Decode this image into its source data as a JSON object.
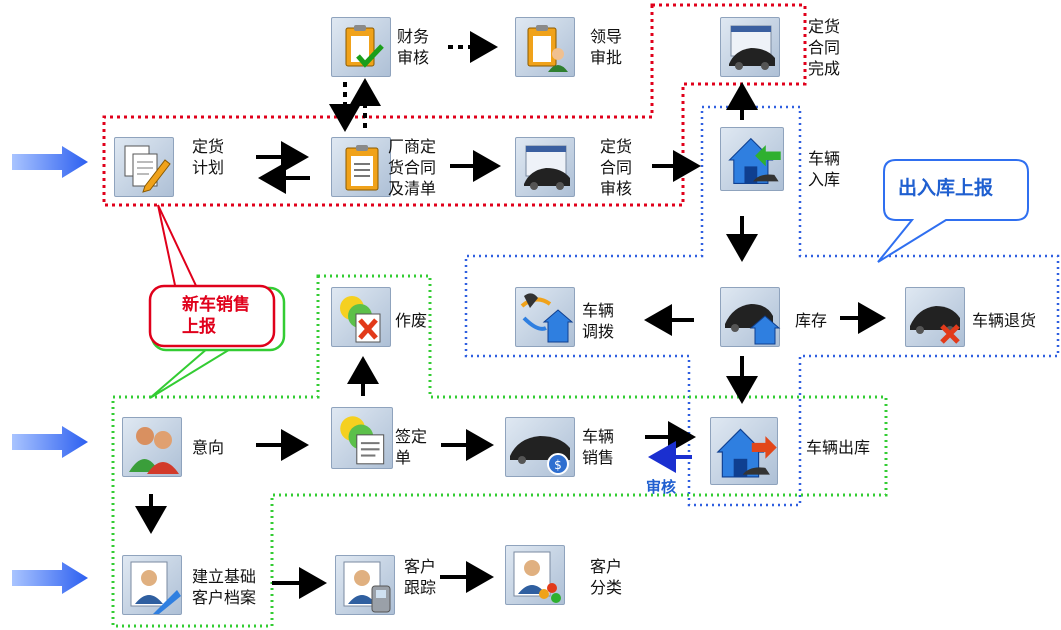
{
  "nodes": {
    "finance_review": "财务\n审核",
    "leader_approval": "领导\n审批",
    "order_contract_complete": "定货\n合同\n完成",
    "order_plan": "定货\n计划",
    "vendor_contract": "厂商定\n货合同\n及清单",
    "order_contract_review": "定货\n合同\n审核",
    "vehicle_inbound": "车辆\n入库",
    "vehicle_transfer": "车辆\n调拨",
    "inventory": "库存",
    "vehicle_return": "车辆退货",
    "void": "作废",
    "intention": "意向",
    "sign_order": "签定\n单",
    "vehicle_sales": "车辆\n销售",
    "vehicle_outbound": "车辆出库",
    "create_customer_profile": "建立基础\n客户档案",
    "customer_followup": "客户\n跟踪",
    "customer_classification": "客户\n分类"
  },
  "annotations": {
    "review": "审核",
    "stock_report": "出入库上报",
    "new_car_sales_report": "新车销售\n上报"
  },
  "colors": {
    "red_region": "#e0001b",
    "blue_region": "#2f5fe0",
    "green_region": "#33cc33",
    "entry_arrow": "#3a6cf0",
    "review_text": "#1f5fd0",
    "stock_callout_text": "#1f5fd0",
    "sales_callout_text": "#e0001b"
  },
  "icons": {
    "finance_review": "clipboard-check-icon",
    "leader_approval": "clipboard-person-icon",
    "order_contract_complete": "car-document-icon",
    "order_plan": "document-pencil-icon",
    "vendor_contract": "clipboard-list-icon",
    "order_contract_review": "car-document-icon",
    "vehicle_inbound": "house-arrow-in-icon",
    "vehicle_transfer": "transfer-house-icon",
    "inventory": "car-house-icon",
    "vehicle_return": "car-cancel-icon",
    "void": "circles-cancel-icon",
    "intention": "people-icon",
    "sign_order": "circles-document-icon",
    "vehicle_sales": "car-coin-icon",
    "vehicle_outbound": "house-arrow-out-icon",
    "create_customer_profile": "person-card-icon",
    "customer_followup": "person-phone-icon",
    "customer_classification": "person-group-icon"
  }
}
